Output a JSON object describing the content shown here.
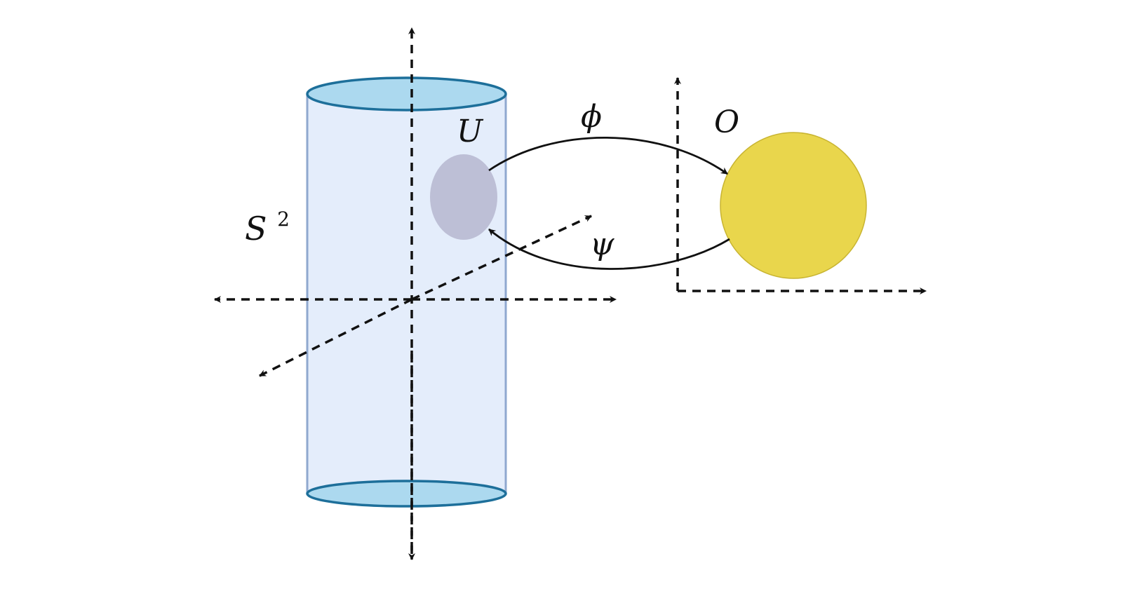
{
  "labels": {
    "manifold": "S",
    "manifold_exponent": "2",
    "patch": "U",
    "map_forward": "ϕ",
    "map_inverse": "ψ",
    "target_set": "O"
  },
  "colors": {
    "cylinder_body": "#e4edfb",
    "cylinder_side": "#8fa8cf",
    "cylinder_cap_fill": "#acd9ef",
    "cylinder_cap_stroke": "#1d6f9a",
    "patch_fill": "#bdbfd6",
    "target_fill": "#e9d64c",
    "target_stroke": "#c8b431",
    "axis": "#111111",
    "arrow": "#111111"
  }
}
